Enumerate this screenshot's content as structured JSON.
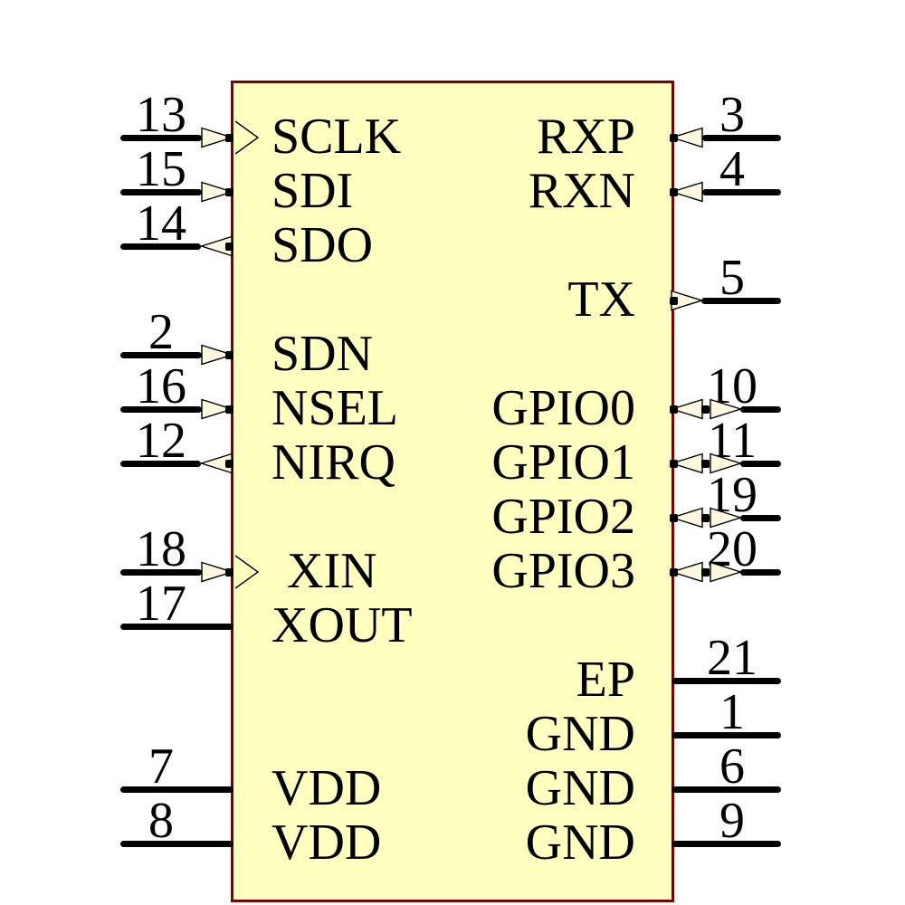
{
  "diagram": {
    "type": "ic-schematic-symbol-pinout",
    "colors": {
      "body_fill": "#FFFFC0",
      "body_border": "#7D0000",
      "arrow_fill": "#FBF8DF",
      "line": "#000000",
      "text": "#000000",
      "background": "#FFFFFF"
    },
    "pins": {
      "left": [
        {
          "label": "SCLK",
          "number": "13",
          "row": 0,
          "direction": "in",
          "clock": true
        },
        {
          "label": "SDI",
          "number": "15",
          "row": 1,
          "direction": "in",
          "clock": false
        },
        {
          "label": "SDO",
          "number": "14",
          "row": 2,
          "direction": "out",
          "clock": false
        },
        {
          "label": "SDN",
          "number": "2",
          "row": 4,
          "direction": "in",
          "clock": false
        },
        {
          "label": "NSEL",
          "number": "16",
          "row": 5,
          "direction": "in",
          "clock": false
        },
        {
          "label": "NIRQ",
          "number": "12",
          "row": 6,
          "direction": "out",
          "clock": false
        },
        {
          "label": "XIN",
          "number": "18",
          "row": 8,
          "direction": "in",
          "clock": true
        },
        {
          "label": "XOUT",
          "number": "17",
          "row": 9,
          "direction": "passive",
          "clock": false
        },
        {
          "label": "VDD",
          "number": "7",
          "row": 12,
          "direction": "passive",
          "clock": false
        },
        {
          "label": "VDD",
          "number": "8",
          "row": 13,
          "direction": "passive",
          "clock": false
        }
      ],
      "right": [
        {
          "label": "RXP",
          "number": "3",
          "row": 0,
          "direction": "in",
          "clock": false
        },
        {
          "label": "RXN",
          "number": "4",
          "row": 1,
          "direction": "in",
          "clock": false
        },
        {
          "label": "TX",
          "number": "5",
          "row": 3,
          "direction": "out",
          "clock": false
        },
        {
          "label": "GPIO0",
          "number": "10",
          "row": 5,
          "direction": "bidir",
          "clock": false
        },
        {
          "label": "GPIO1",
          "number": "11",
          "row": 6,
          "direction": "bidir",
          "clock": false
        },
        {
          "label": "GPIO2",
          "number": "19",
          "row": 7,
          "direction": "bidir",
          "clock": false
        },
        {
          "label": "GPIO3",
          "number": "20",
          "row": 8,
          "direction": "bidir",
          "clock": false
        },
        {
          "label": "EP",
          "number": "21",
          "row": 10,
          "direction": "passive",
          "clock": false
        },
        {
          "label": "GND",
          "number": "1",
          "row": 11,
          "direction": "passive",
          "clock": false
        },
        {
          "label": "GND",
          "number": "6",
          "row": 12,
          "direction": "passive",
          "clock": false
        },
        {
          "label": "GND",
          "number": "9",
          "row": 13,
          "direction": "passive",
          "clock": false
        }
      ]
    }
  }
}
